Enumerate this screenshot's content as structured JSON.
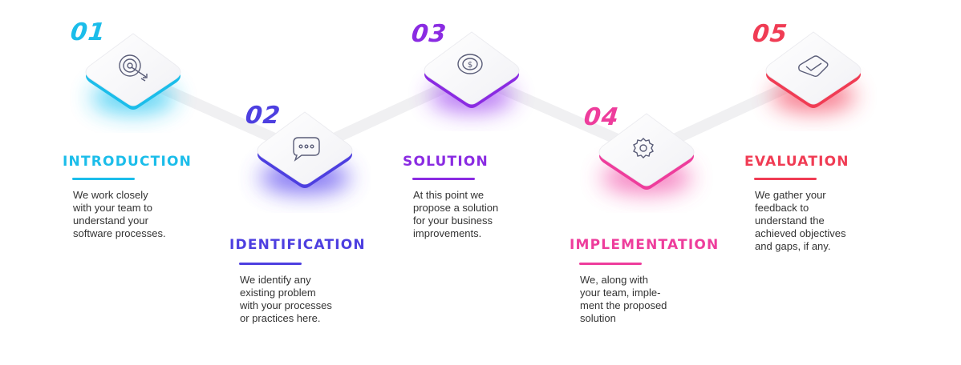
{
  "steps": [
    {
      "number": "01",
      "title": "INTRODUCTION",
      "description_lines": [
        "We work closely",
        "with your team to",
        "understand your",
        "software processes."
      ],
      "icon": "target-icon",
      "color": "#1bbdea"
    },
    {
      "number": "02",
      "title": "IDENTIFICATION",
      "description_lines": [
        "We identify any",
        "existing problem",
        "with your processes",
        "or practices here."
      ],
      "icon": "chat-bubble-icon",
      "color": "#4d3fe0"
    },
    {
      "number": "03",
      "title": "SOLUTION",
      "description_lines": [
        "At this point we",
        "propose a solution",
        "for your business",
        "improvements."
      ],
      "icon": "dollar-coin-icon",
      "color": "#8a2be2"
    },
    {
      "number": "04",
      "title": "IMPLEMENTATION",
      "description_lines": [
        "We, along with",
        "your team, imple-",
        "ment the proposed",
        "solution"
      ],
      "icon": "gear-icon",
      "color": "#ee3d9c"
    },
    {
      "number": "05",
      "title": "EVALUATION",
      "description_lines": [
        "We gather your",
        "feedback to",
        "understand the",
        "achieved objectives",
        "and gaps, if any."
      ],
      "icon": "checkmark-icon",
      "color": "#f03c54"
    }
  ]
}
